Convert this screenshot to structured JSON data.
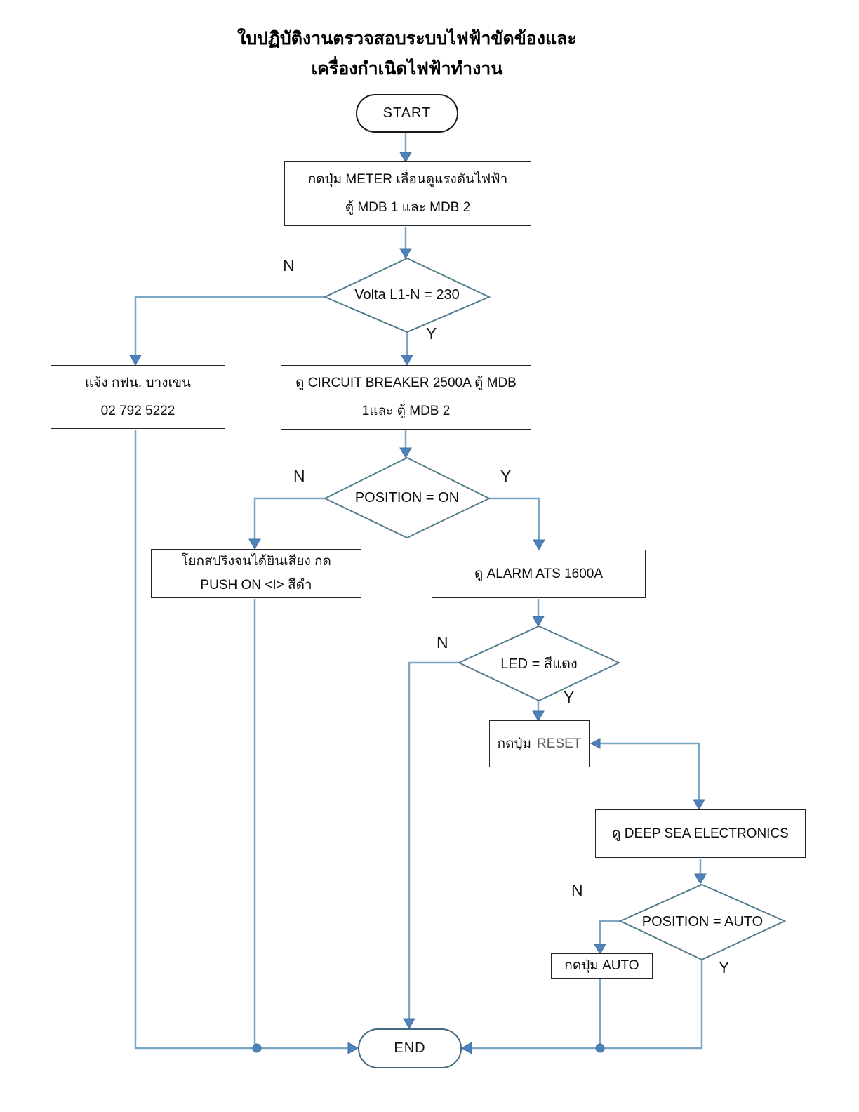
{
  "title": {
    "line1": "ใบปฏิบัติงานตรวจสอบระบบไฟฟ้าขัดข้องและ",
    "line2": "เครื่องกำเนิดไฟฟ้าทำงาน"
  },
  "nodes": {
    "start": {
      "label": "START"
    },
    "meter": {
      "line1": "กดปุ่ม METER เลื่อนดูแรงดันไฟฟ้า",
      "line2": "ตู้ MDB 1 และ MDB 2"
    },
    "volta_decision": {
      "label": "Volta L1-N = 230",
      "n": "N",
      "y": "Y"
    },
    "notify": {
      "line1": "แจ้ง กฟน. บางเขน",
      "line2": "02 792 5222"
    },
    "breaker": {
      "line1": "ดู CIRCUIT BREAKER 2500A ตู้ MDB",
      "line2": "1และ ตู้  MDB 2"
    },
    "position_on_decision": {
      "label": "POSITION = ON",
      "n": "N",
      "y": "Y"
    },
    "spring": {
      "line1": "โยกสปริงจนได้ยินเสียง กด",
      "line2": "PUSH ON <I> สีดำ"
    },
    "alarm": {
      "label": "ดู ALARM ATS 1600A"
    },
    "led_decision": {
      "label": "LED = สีแดง",
      "n": "N",
      "y": "Y"
    },
    "reset": {
      "prefix": "กดปุ่ม",
      "suffix": "RESET"
    },
    "deepsea": {
      "label": "ดู DEEP SEA ELECTRONICS"
    },
    "position_auto_decision": {
      "label": "POSITION = AUTO",
      "n": "N",
      "y": "Y"
    },
    "auto": {
      "label": "กดปุ่ม AUTO"
    },
    "end": {
      "label": "END"
    }
  },
  "colors": {
    "connector": "#7BA7C7",
    "arrow_fill": "#4F81BD",
    "arrow_edge": "#41719C",
    "diamond_stroke": "#567C8F",
    "box_border": "#262626",
    "end_border": "#44687E"
  }
}
